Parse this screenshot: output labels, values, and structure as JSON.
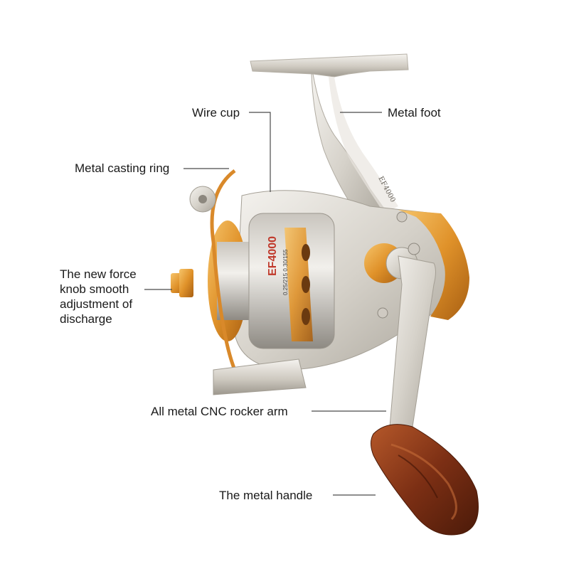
{
  "product": {
    "model_marking": "EF4000",
    "spool_marking": "0.25/215  0.30/155",
    "colors": {
      "body": "#d9d6cf",
      "accent": "#e0962a",
      "handle_wood": "#8a3b1c"
    }
  },
  "callouts": {
    "wire_cup": "Wire cup",
    "metal_foot": "Metal foot",
    "metal_casting_ring": "Metal casting ring",
    "force_knob": "The new force\nknob smooth\nadjustment of\ndischarge",
    "rocker_arm": "All metal CNC rocker arm",
    "metal_handle": "The metal handle"
  }
}
